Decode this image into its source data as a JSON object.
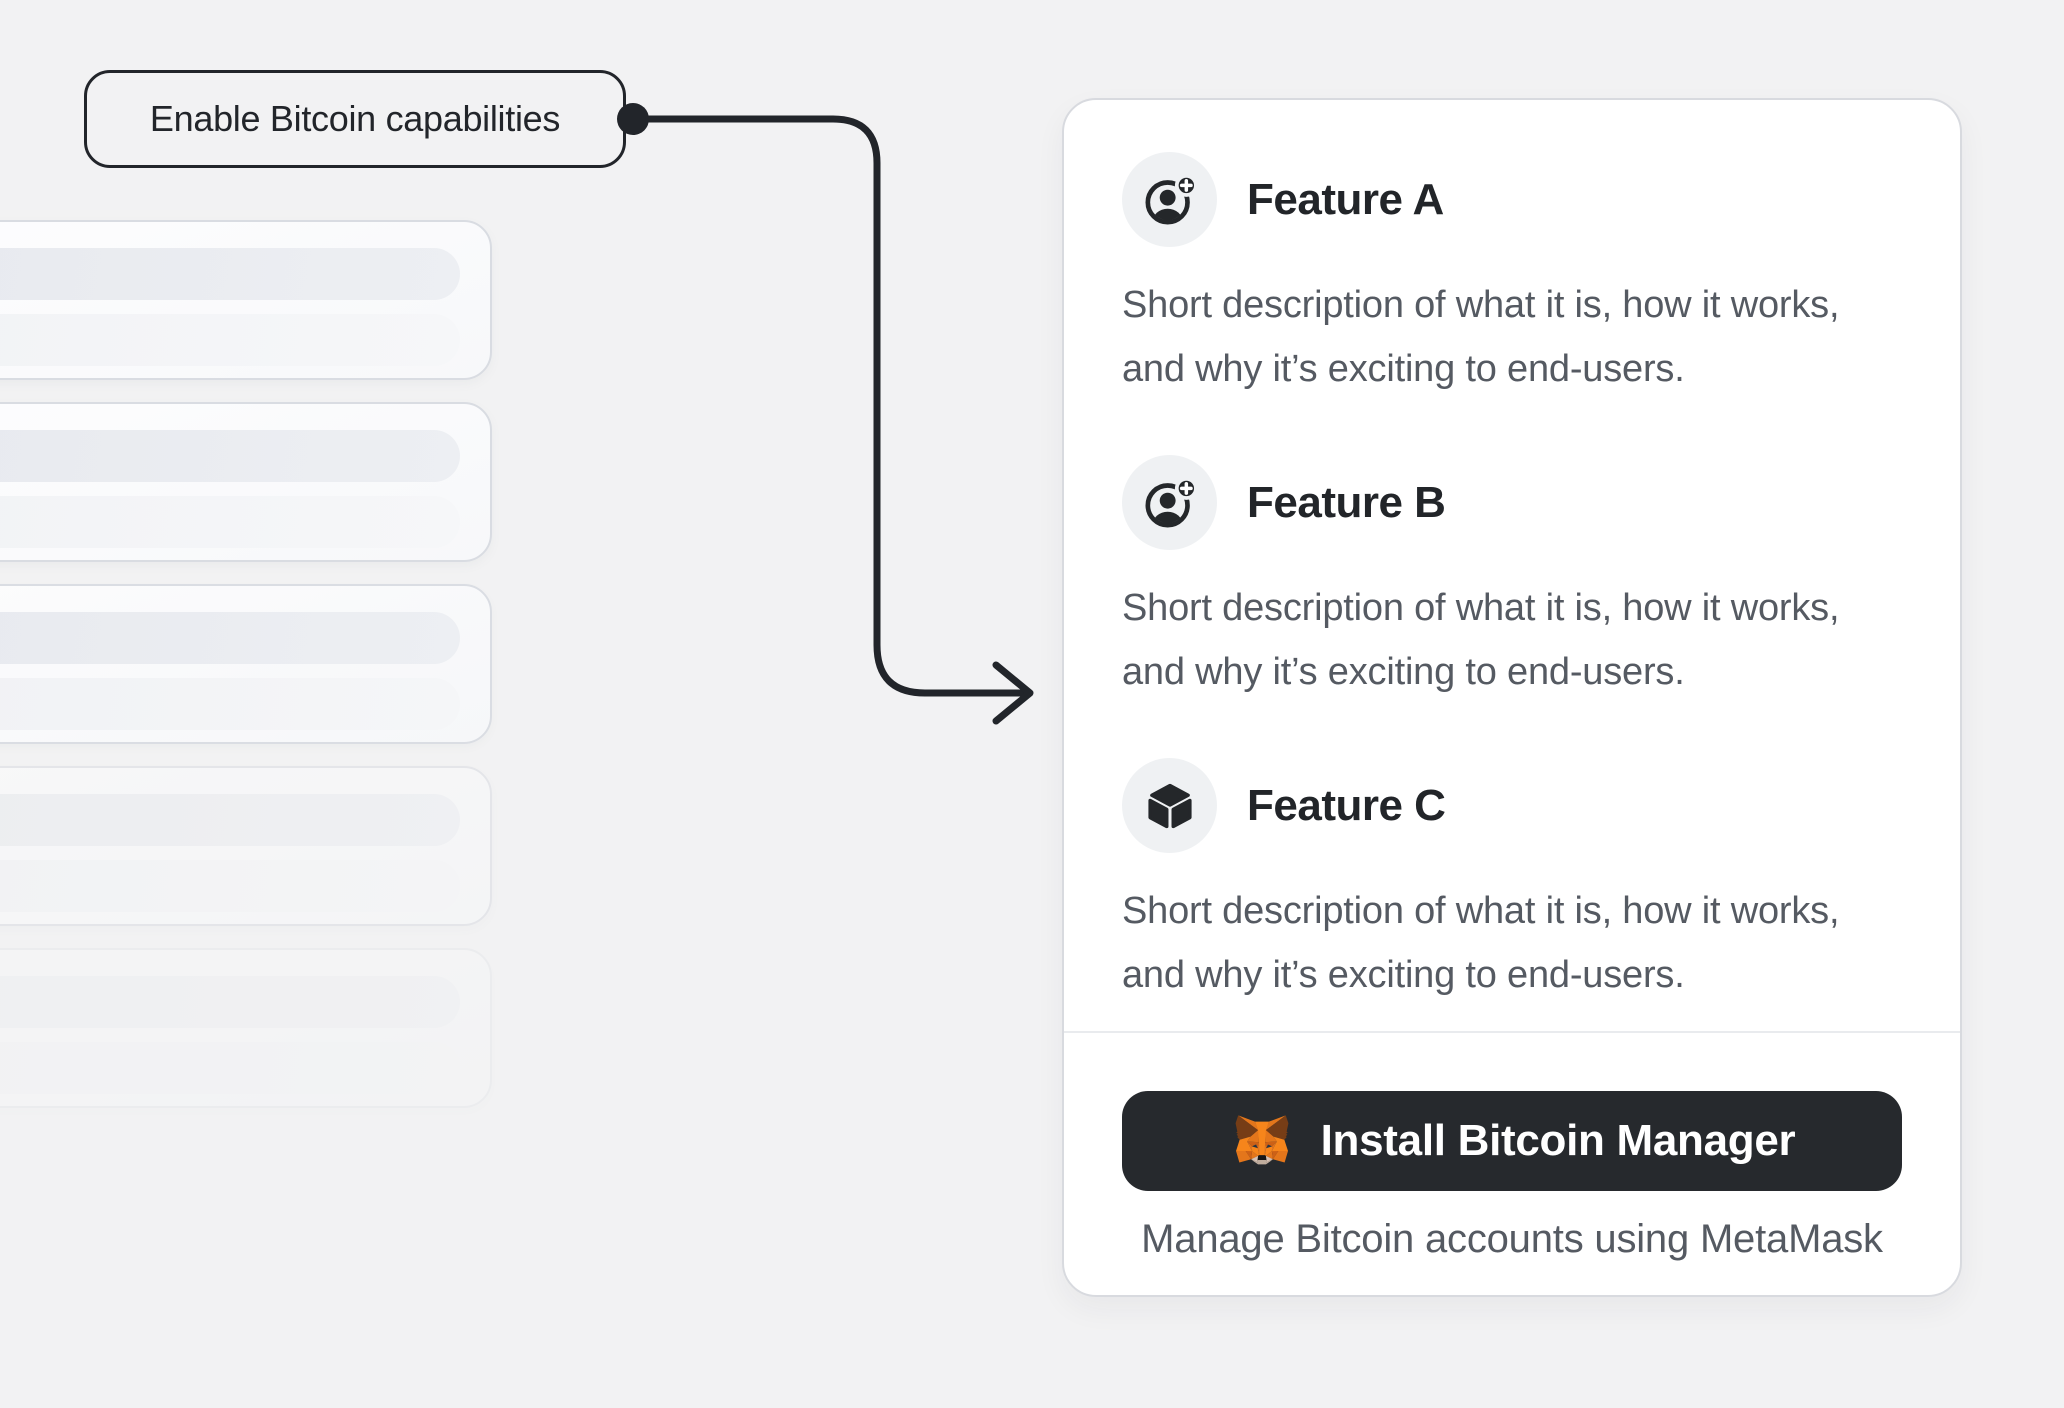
{
  "callout": {
    "label": "Enable Bitcoin capabilities"
  },
  "skeleton": {
    "cards": [
      {
        "opacity": 1
      },
      {
        "opacity": 1
      },
      {
        "opacity": 0.92
      },
      {
        "opacity": 0.55
      },
      {
        "opacity": 0.26
      }
    ]
  },
  "panel": {
    "features": [
      {
        "icon": "account-add-icon",
        "title": "Feature A",
        "description": "Short description of what it is, how it works, and why it’s exciting to end-users."
      },
      {
        "icon": "account-add-icon",
        "title": "Feature B",
        "description": "Short description of what it is, how it works, and why it’s exciting to end-users."
      },
      {
        "icon": "cube-icon",
        "title": "Feature C",
        "description": "Short description of what it is, how it works, and why it’s exciting to end-users."
      }
    ],
    "install_button": {
      "icon": "metamask-fox-icon",
      "label": "Install Bitcoin Manager"
    },
    "caption": "Manage Bitcoin accounts using MetaMask"
  },
  "colors": {
    "page_bg": "#f2f2f3",
    "accent_dark": "#22252a",
    "text_primary": "#222529",
    "text_secondary": "#555a62",
    "card_border": "#d8dadf",
    "button_bg": "#26292d",
    "fox_orange": "#f6851b"
  }
}
